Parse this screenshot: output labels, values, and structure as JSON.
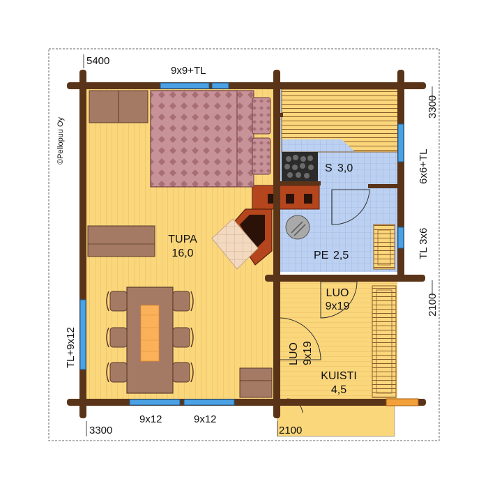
{
  "copyright": "©Pellopuu Oy",
  "dimensions": {
    "top_width": "5400",
    "bottom_left": "3300",
    "bottom_right": "2100",
    "right_upper": "3300",
    "right_lower": "2100"
  },
  "windows": {
    "top": "9x9+TL",
    "right_upper": "6x6+TL",
    "right_middle": "TL 3x6",
    "left": "TL+9x12",
    "bottom_left": "9x12",
    "bottom_right": "9x12"
  },
  "rooms": {
    "tupa": {
      "name": "TUPA",
      "area": "16,0"
    },
    "sauna": {
      "name": "S",
      "area": "3,0"
    },
    "pesuhuone": {
      "name": "PE",
      "area": "2,5"
    },
    "kuisti": {
      "name": "KUISTI",
      "area": "4,5"
    }
  },
  "doors": {
    "porch_door": {
      "name": "LUO",
      "size": "9x19"
    },
    "entry_door": {
      "name": "LUO",
      "size": "9x19"
    }
  },
  "colors": {
    "log_wall": "#5a3419",
    "wood_floor": "#fbd77c",
    "tile_floor": "#bcd1f2",
    "window_glass": "#4aa2e4",
    "bed_cover": "#c89299",
    "furniture": "#a57a64",
    "stove_brick": "#b4451c"
  }
}
